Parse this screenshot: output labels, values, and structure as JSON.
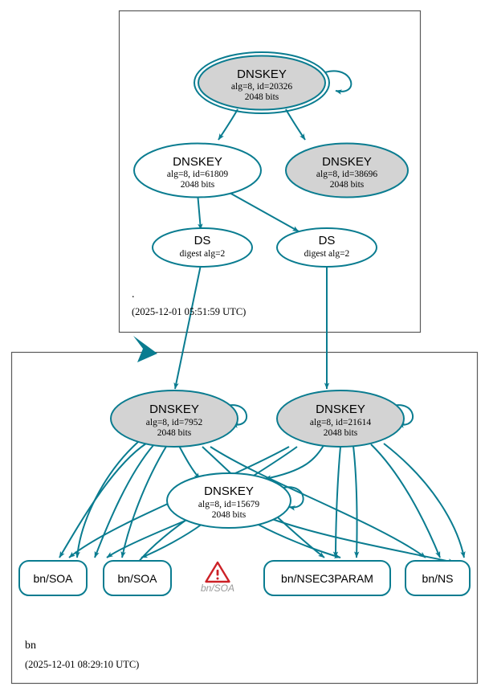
{
  "colors": {
    "edge": "#0a7c90",
    "node_fill_secure": "#d3d3d3",
    "node_fill_open": "#ffffff",
    "zone_border": "#5a5a5a",
    "warning": "#cc2127",
    "warning_label": "#999999"
  },
  "zones": [
    {
      "name": "root-zone",
      "label": ".",
      "timestamp": "(2025-12-01 05:51:59 UTC)"
    },
    {
      "name": "bn-zone",
      "label": "bn",
      "timestamp": "(2025-12-01 08:29:10 UTC)"
    }
  ],
  "nodes": {
    "root_ksk": {
      "type": "DNSKEY",
      "title": "DNSKEY",
      "params": "alg=8, id=20326",
      "size": "2048 bits",
      "alg": 8,
      "id": 20326,
      "bits": 2048,
      "filled": true,
      "double_border": true,
      "self_signed": true
    },
    "root_zsk_a": {
      "type": "DNSKEY",
      "title": "DNSKEY",
      "params": "alg=8, id=61809",
      "size": "2048 bits",
      "alg": 8,
      "id": 61809,
      "bits": 2048,
      "filled": false,
      "double_border": false,
      "self_signed": false
    },
    "root_zsk_b": {
      "type": "DNSKEY",
      "title": "DNSKEY",
      "params": "alg=8, id=38696",
      "size": "2048 bits",
      "alg": 8,
      "id": 38696,
      "bits": 2048,
      "filled": true,
      "double_border": false,
      "self_signed": false
    },
    "ds_left": {
      "type": "DS",
      "title": "DS",
      "params": "digest alg=2"
    },
    "ds_right": {
      "type": "DS",
      "title": "DS",
      "params": "digest alg=2"
    },
    "bn_ksk_left": {
      "type": "DNSKEY",
      "title": "DNSKEY",
      "params": "alg=8, id=7952",
      "size": "2048 bits",
      "alg": 8,
      "id": 7952,
      "bits": 2048,
      "filled": true,
      "double_border": false,
      "self_signed": true
    },
    "bn_ksk_right": {
      "type": "DNSKEY",
      "title": "DNSKEY",
      "params": "alg=8, id=21614",
      "size": "2048 bits",
      "alg": 8,
      "id": 21614,
      "bits": 2048,
      "filled": true,
      "double_border": false,
      "self_signed": true
    },
    "bn_zsk": {
      "type": "DNSKEY",
      "title": "DNSKEY",
      "params": "alg=8, id=15679",
      "size": "2048 bits",
      "alg": 8,
      "id": 15679,
      "bits": 2048,
      "filled": false,
      "double_border": false,
      "self_signed": true
    }
  },
  "rrsets": [
    {
      "name": "rrset-soa-1",
      "label": "bn/SOA"
    },
    {
      "name": "rrset-soa-2",
      "label": "bn/SOA"
    },
    {
      "name": "rrset-nsec3param",
      "label": "bn/NSEC3PARAM"
    },
    {
      "name": "rrset-ns",
      "label": "bn/NS"
    }
  ],
  "warning": {
    "icon": "warning-triangle-icon",
    "label": "bn/SOA"
  }
}
